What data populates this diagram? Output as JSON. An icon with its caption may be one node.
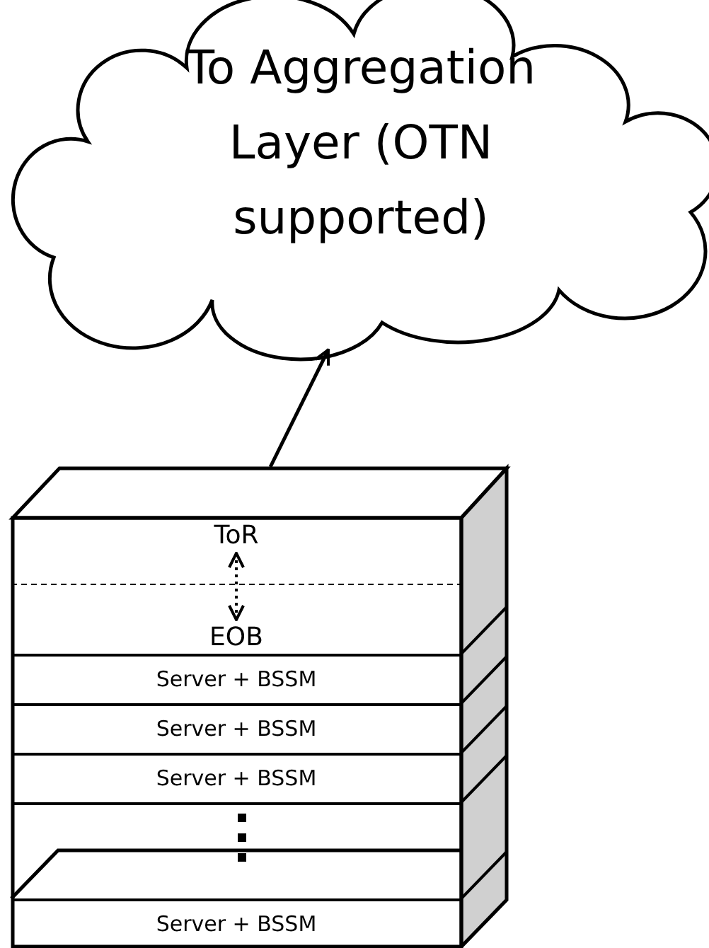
{
  "diagram": {
    "nodes": [
      {
        "text": [
          "To Aggregation Layer (OTN supported)"
        ]
      },
      {
        "text": [],
        "shape": "box"
      },
      {
        "text": [
          "ToR"
        ],
        "in": 1
      },
      {
        "text": [
          "EOB"
        ],
        "in": 1
      },
      {
        "text": [
          "Server + BSSM"
        ],
        "in": 1
      },
      {
        "text": [
          "Server + BSSM"
        ],
        "in": 1
      },
      {
        "text": [
          "Server + BSSM"
        ],
        "in": 1
      },
      {
        "text": [],
        "shape": "box",
        "in": 1
      },
      {
        "text": [
          "Server + BSSM"
        ],
        "in": 1
      }
    ],
    "edges": [
      {
        "from": 1,
        "to": 0,
        "arrow": "to"
      },
      {
        "from": 2,
        "to": 3,
        "arrow": "both",
        "style": "dashed"
      }
    ]
  }
}
